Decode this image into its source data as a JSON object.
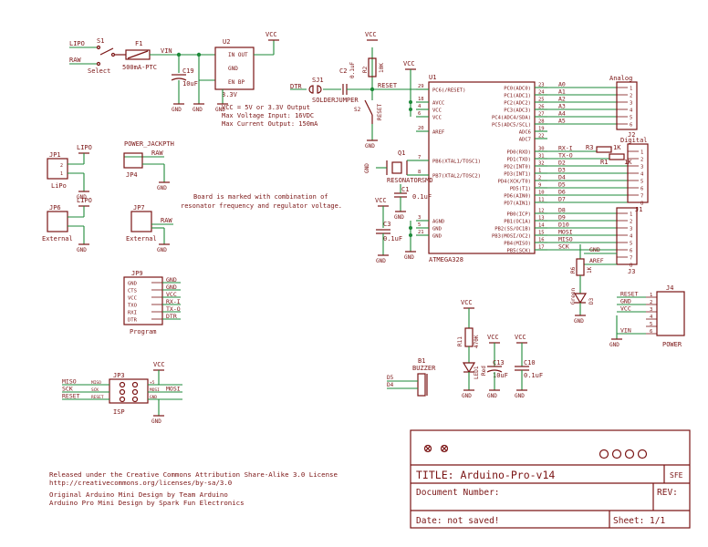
{
  "power": {
    "lipo": "LIPO",
    "raw": "RAW",
    "s1": "S1",
    "select": "Select",
    "f1": "F1",
    "f1_val": "500mA-PTC",
    "vin": "VIN",
    "c19": "C19",
    "c19_val": "10uF",
    "u2": "U2",
    "u2_in": "IN OUT",
    "u2_gnd": "GND",
    "u2_en": "EN  BP",
    "vcc": "VCC",
    "v33": "3.3V",
    "note1": "VCC = 5V or 3.3V Output",
    "note2": "Max Voltage Input: 16VDC",
    "note3": "Max Current Output: 150mA",
    "gnd": "GND"
  },
  "reset": {
    "dtr": "DTR",
    "sj1": "SJ1",
    "sj1_val": "SOLDERJUMPER",
    "c2": "C2",
    "c2_val": "0.1uF",
    "r2": "R2",
    "r2_val": "10K",
    "reset": "RESET",
    "s2": "S2",
    "s2_val": "RESET"
  },
  "mcu": {
    "u1": "U1",
    "part": "ATMEGA328",
    "pins_left": [
      {
        "n": "29",
        "l": "PC6(/RESET)"
      },
      {
        "n": "18",
        "l": "AVCC"
      },
      {
        "n": "4",
        "l": "VCC"
      },
      {
        "n": "6",
        "l": "VCC"
      },
      {
        "n": "20",
        "l": "AREF"
      },
      {
        "n": "7",
        "l": "PB6(XTAL1/TOSC1)"
      },
      {
        "n": "8",
        "l": "PB7(XTAL2/TOSC2)"
      },
      {
        "n": "3",
        "l": "AGND"
      },
      {
        "n": "5",
        "l": "GND"
      },
      {
        "n": "21",
        "l": "GND"
      }
    ],
    "pins_right": [
      {
        "n": "23",
        "l": "PC0(ADC0)",
        "net": "A0"
      },
      {
        "n": "24",
        "l": "PC1(ADC1)",
        "net": "A1"
      },
      {
        "n": "25",
        "l": "PC2(ADC2)",
        "net": "A2"
      },
      {
        "n": "26",
        "l": "PC3(ADC3)",
        "net": "A3"
      },
      {
        "n": "27",
        "l": "PC4(ADC4/SDA)",
        "net": "A4"
      },
      {
        "n": "28",
        "l": "PC5(ADC5/SCL)",
        "net": "A5"
      },
      {
        "n": "19",
        "l": "ADC6",
        "net": ""
      },
      {
        "n": "22",
        "l": "ADC7",
        "net": ""
      },
      {
        "n": "30",
        "l": "PD0(RXD)",
        "net": "RX-I"
      },
      {
        "n": "31",
        "l": "PD1(TXD)",
        "net": "TX-O"
      },
      {
        "n": "32",
        "l": "PD2(INT0)",
        "net": "D2"
      },
      {
        "n": "1",
        "l": "PD3(INT1)",
        "net": "D3"
      },
      {
        "n": "2",
        "l": "PD4(XCK/T0)",
        "net": "D4"
      },
      {
        "n": "9",
        "l": "PD5(T1)",
        "net": "D5"
      },
      {
        "n": "10",
        "l": "PD6(AIN0)",
        "net": "D6"
      },
      {
        "n": "11",
        "l": "PD7(AIN1)",
        "net": "D7"
      },
      {
        "n": "12",
        "l": "PB0(ICP)",
        "net": "D8"
      },
      {
        "n": "13",
        "l": "PB1(OC1A)",
        "net": "D9"
      },
      {
        "n": "14",
        "l": "PB2(SS/OC1B)",
        "net": "D10"
      },
      {
        "n": "15",
        "l": "PB3(MOSI/OC2)",
        "net": "MOSI"
      },
      {
        "n": "16",
        "l": "PB4(MISO)",
        "net": "MISO"
      },
      {
        "n": "17",
        "l": "PB5(SCK)",
        "net": "SCK"
      }
    ]
  },
  "osc": {
    "q1": "Q1",
    "q1_val": "RESONATORSMD",
    "c1": "C1",
    "c1_val": "0.1uF",
    "c3": "C3",
    "c3_val": "0.1uF"
  },
  "headers": {
    "analog": "Analog",
    "j2": "J2",
    "digital": "Digital",
    "j1": "J1",
    "j3": "J3",
    "r3": "R3",
    "r3_val": "1K",
    "r1": "R1",
    "r1_val": "1K",
    "r6": "R6",
    "r6_val": "1K",
    "d3": "D3",
    "green": "Green",
    "gnd": "GND",
    "aref": "AREF"
  },
  "jumpers": {
    "jp1": "JP1",
    "lipo": "LIPO",
    "lipo_lbl": "LiPo",
    "power_jack": "POWER_JACKPTH",
    "raw": "RAW",
    "jp4": "JP4",
    "jp6": "JP6",
    "jp7": "JP7",
    "external": "External",
    "vcc": "VCC"
  },
  "notes": {
    "board_note1": "Board is marked with combination of",
    "board_note2": "resonator frequency and regulator voltage."
  },
  "jp9": {
    "title": "JP9",
    "label": "Program",
    "pins": [
      {
        "p": "GND",
        "n": "GND"
      },
      {
        "p": "CTS",
        "n": "GND"
      },
      {
        "p": "VCC",
        "n": "VCC"
      },
      {
        "p": "TXO",
        "n": "RX-I"
      },
      {
        "p": "RXI",
        "n": "TX-O"
      },
      {
        "p": "DTR",
        "n": "DTR"
      }
    ]
  },
  "j4": {
    "title": "J4",
    "label": "POWER",
    "nets": [
      "RESET",
      "GND",
      "VCC",
      "",
      "",
      "VIN"
    ],
    "gnd": "GND"
  },
  "misc": {
    "r11": "R11",
    "r11_val": "470K",
    "led": "LED1",
    "led_col": "Red",
    "c13": "C13",
    "c13_val": "10uF",
    "c10": "C10",
    "c10_val": "0.1uF",
    "b1": "B1",
    "b1_val": "BUZZER",
    "d5": "D5",
    "d4": "D4"
  },
  "isp": {
    "title": "JP3",
    "label": "ISP",
    "left_nets": [
      "MISO",
      "SCK",
      "RESET"
    ],
    "left_pins": [
      "MISO",
      "SCK",
      "RESET"
    ],
    "right_pins": [
      "+5",
      "MOSI",
      "GND"
    ],
    "right_nets": [
      "VCC",
      "MOSI",
      "GND"
    ]
  },
  "credits": {
    "l1": "Released under the Creative Commons Attribution Share-Alike 3.0 License",
    "l2": "http://creativecommons.org/licenses/by-sa/3.0",
    "l3": "Original Arduino Mini Design by Team Arduino",
    "l4": "Arduino Pro Mini Design by Spark Fun Electronics"
  },
  "titleblock": {
    "title": "TITLE: Arduino-Pro-v14",
    "sfe": "SFE",
    "doc": "Document Number:",
    "rev": "REV:",
    "date": "Date: not saved!",
    "sheet": "Sheet: 1/1"
  }
}
